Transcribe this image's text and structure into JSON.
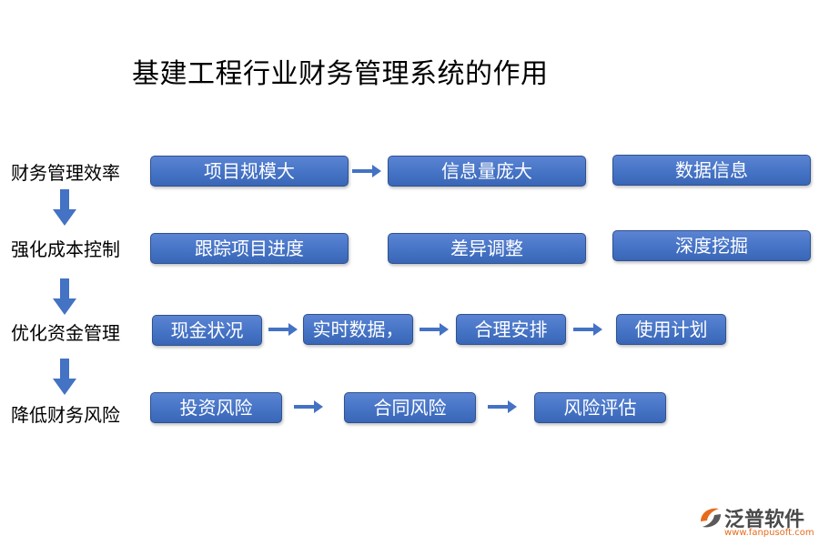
{
  "title": "基建工程行业财务管理系统的作用",
  "rows": [
    {
      "label": "财务管理效率",
      "items": [
        "项目规模大",
        "信息量庞大",
        "数据信息"
      ]
    },
    {
      "label": "强化成本控制",
      "items": [
        "跟踪项目进度",
        "差异调整",
        "深度挖掘"
      ]
    },
    {
      "label": "优化资金管理",
      "items": [
        "现金状况",
        "实时数据，",
        "合理安排",
        "使用计划"
      ]
    },
    {
      "label": "降低财务风险",
      "items": [
        "投资风险",
        "合同风险",
        "风险评估"
      ]
    }
  ],
  "logo": {
    "name": "泛普软件",
    "url": "www.fanpusoft.com"
  },
  "colors": {
    "box": "#4472c4",
    "box_border": "#2f528f",
    "arrow": "#4472c4",
    "logo_accent": "#e66b1c"
  }
}
